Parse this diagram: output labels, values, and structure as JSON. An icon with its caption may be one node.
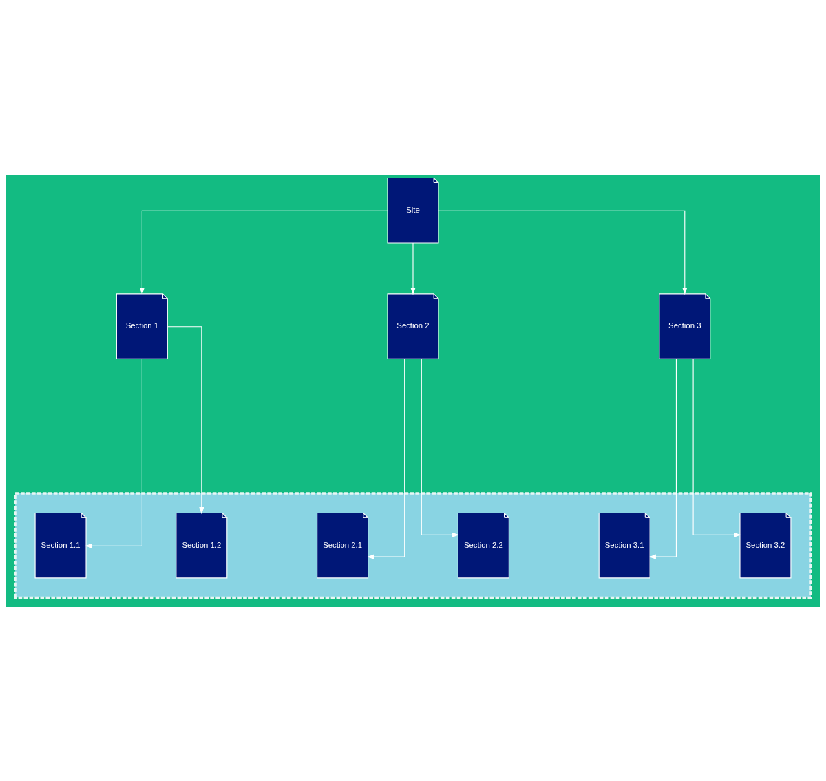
{
  "diagram": {
    "nodes": [
      {
        "text": [
          "Site"
        ]
      },
      {
        "text": [
          "Section 1"
        ]
      },
      {
        "text": [
          "Section 2"
        ]
      },
      {
        "text": [
          "Section 3"
        ]
      },
      {
        "text": [],
        "shape": "box"
      },
      {
        "text": [
          "Section 1.1"
        ],
        "in": 4
      },
      {
        "text": [
          "Section 2.1"
        ],
        "in": 4
      },
      {
        "text": [
          "Section 3.1"
        ],
        "in": 4
      },
      {
        "text": [
          "Section 1.2"
        ],
        "in": 4
      },
      {
        "text": [
          "Section 2.2"
        ],
        "in": 4
      },
      {
        "text": [
          "Section 3.2"
        ],
        "in": 4
      }
    ],
    "edges": [
      {
        "from": 0,
        "to": 1,
        "arrow": "to"
      },
      {
        "from": 0,
        "to": 2,
        "arrow": "to"
      },
      {
        "from": 0,
        "to": 3,
        "arrow": "to"
      },
      {
        "from": 1,
        "to": 5,
        "arrow": "to"
      },
      {
        "from": 1,
        "to": 8,
        "arrow": "to"
      },
      {
        "from": 2,
        "to": 6,
        "arrow": "to"
      },
      {
        "from": 2,
        "to": 9,
        "arrow": "to"
      },
      {
        "from": 3,
        "to": 7,
        "arrow": "to"
      },
      {
        "from": 3,
        "to": 10,
        "arrow": "to"
      }
    ]
  }
}
